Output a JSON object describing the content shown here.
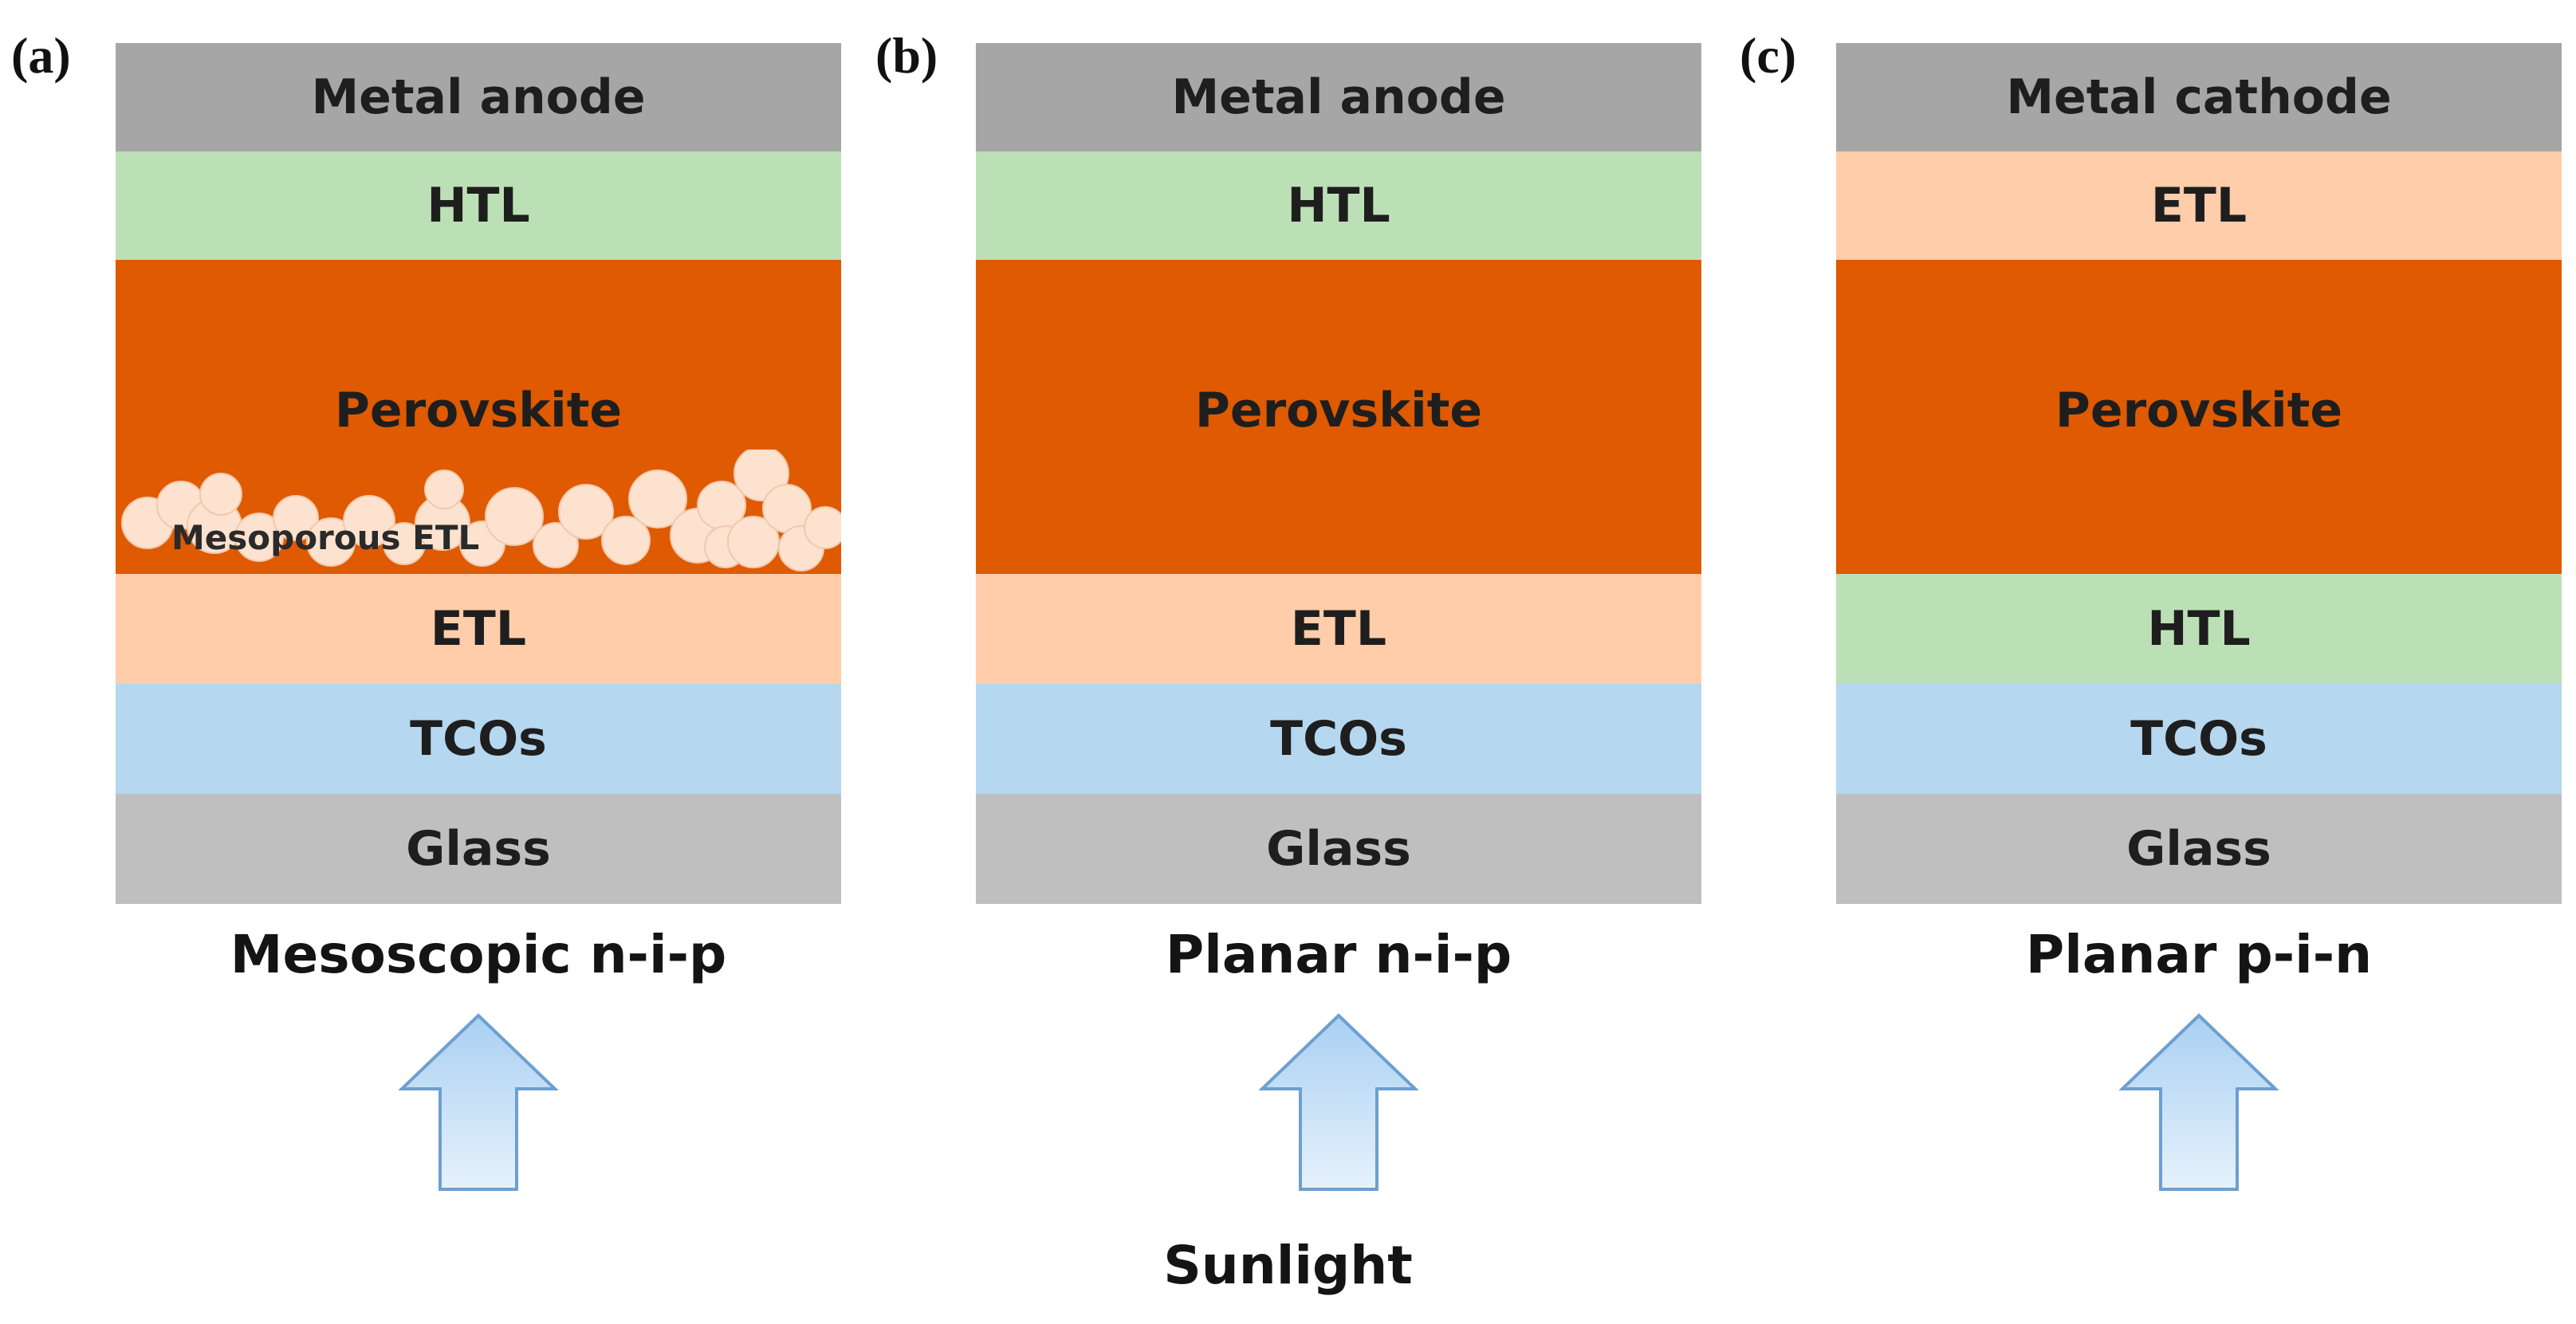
{
  "colors": {
    "metal": "#a6a6a6",
    "htl": "#bce0b5",
    "perovskite": "#df5a00",
    "etl": "#ffcdaa",
    "tco": "#b5d7ef",
    "glass": "#bfbfbf",
    "mesoporous_particle": "#fde2cf",
    "arrow_fill": "#bcdcf4",
    "arrow_stroke": "#6d9fcf"
  },
  "panels": [
    {
      "label": "(a)",
      "caption": "Mesoscopic n-i-p",
      "layers": {
        "metal": "Metal anode",
        "top2": "HTL",
        "perovskite": "Perovskite",
        "mesoporous": "Mesoporous ETL",
        "mid": "ETL",
        "tco": "TCOs",
        "glass": "Glass"
      }
    },
    {
      "label": "(b)",
      "caption": "Planar n-i-p",
      "layers": {
        "metal": "Metal anode",
        "top2": "HTL",
        "perovskite": "Perovskite",
        "mid": "ETL",
        "tco": "TCOs",
        "glass": "Glass"
      }
    },
    {
      "label": "(c)",
      "caption": "Planar p-i-n",
      "layers": {
        "metal": "Metal cathode",
        "top2": "ETL",
        "perovskite": "Perovskite",
        "mid": "HTL",
        "tco": "TCOs",
        "glass": "Glass"
      }
    }
  ],
  "sunlight_label": "Sunlight"
}
